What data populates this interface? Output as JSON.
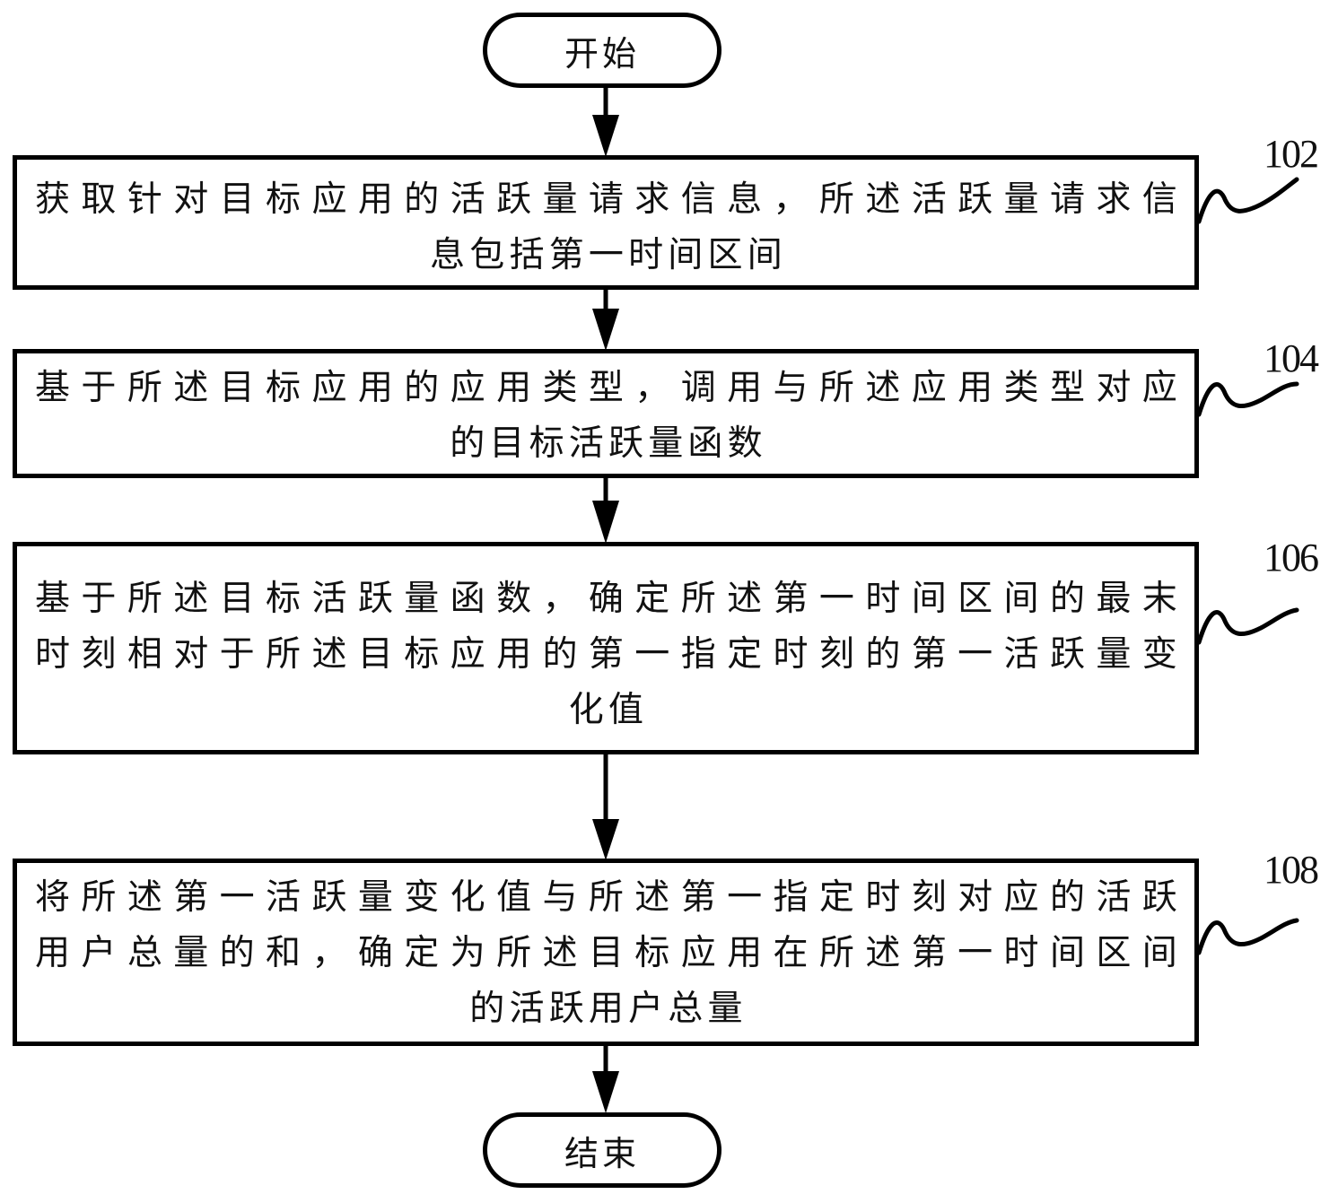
{
  "flowchart": {
    "start_label": "开始",
    "end_label": "结束",
    "steps": [
      {
        "ref": "102",
        "lines": [
          "获取针对目标应用的活跃量请求信息，所述活跃量请求信",
          "息包括第一时间区间"
        ]
      },
      {
        "ref": "104",
        "lines": [
          "基于所述目标应用的应用类型，调用与所述应用类型对应",
          "的目标活跃量函数"
        ]
      },
      {
        "ref": "106",
        "lines": [
          "基于所述目标活跃量函数，确定所述第一时间区间的最末",
          "时刻相对于所述目标应用的第一指定时刻的第一活跃量变",
          "化值"
        ]
      },
      {
        "ref": "108",
        "lines": [
          "将所述第一活跃量变化值与所述第一指定时刻对应的活跃",
          "用户总量的和，确定为所述目标应用在所述第一时间区间",
          "的活跃用户总量"
        ]
      }
    ]
  }
}
